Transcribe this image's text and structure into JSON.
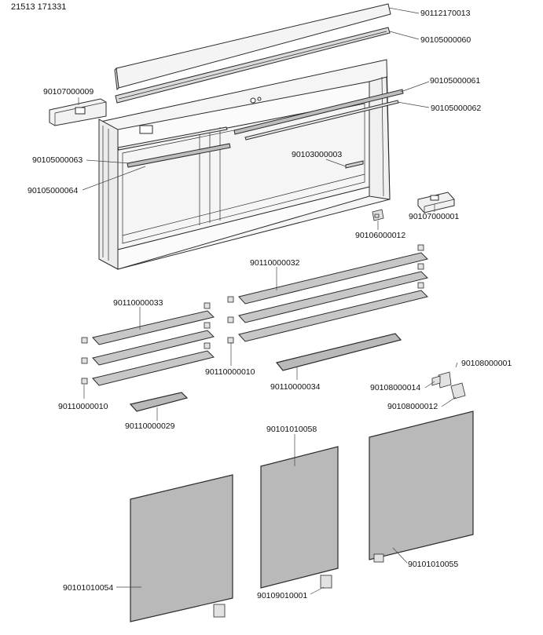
{
  "drawing_number": "21513 171331",
  "part_labels": {
    "p90112170013": "90112170013",
    "p90105000060": "90105000060",
    "p90107000009": "90107000009",
    "p90105000061": "90105000061",
    "p90105000062": "90105000062",
    "p90105000063": "90105000063",
    "p90103000003": "90103000003",
    "p90105000064": "90105000064",
    "p90107000001": "90107000001",
    "p90106000012": "90106000012",
    "p90110000032": "90110000032",
    "p90110000033": "90110000033",
    "p90110000010a": "90110000010",
    "p90110000010b": "90110000010",
    "p90110000034": "90110000034",
    "p90108000001": "90108000001",
    "p90108000014": "90108000014",
    "p90108000012": "90108000012",
    "p90110000029": "90110000029",
    "p90101010058": "90101010058",
    "p90101010055": "90101010055",
    "p90101010054": "90101010054",
    "p90109010001": "90109010001"
  }
}
